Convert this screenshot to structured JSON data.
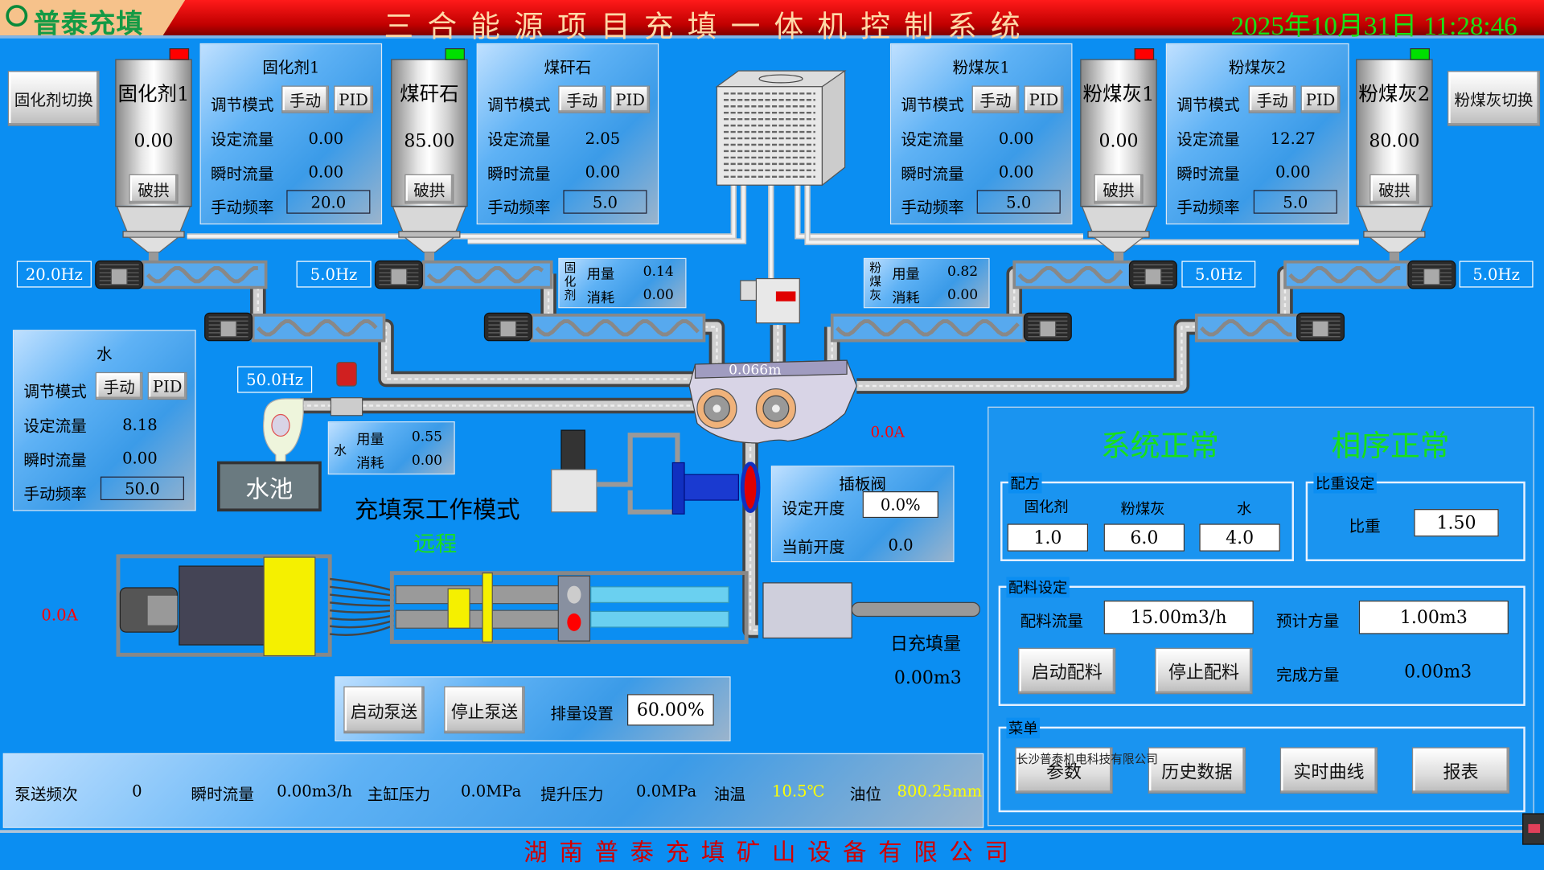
{
  "header": {
    "logo": "普泰充填",
    "title": "三合能源项目充填一体机控制系统",
    "datetime": "2025年10月31日 11:28:46"
  },
  "colors": {
    "background": "#0b8ef2",
    "header": "#d00000",
    "status_ok": "#19e019",
    "alarm_red": "#ff0000",
    "run_green": "#00e000",
    "warn_yellow": "#ffff00"
  },
  "switch_buttons": {
    "solidifier": "固化剂切换",
    "flyash": "粉煤灰切换"
  },
  "silos": [
    {
      "name": "固化剂1",
      "value": "0.00",
      "break": "破拱",
      "indicator": "#ff0000"
    },
    {
      "name": "煤矸石",
      "value": "85.00",
      "break": "破拱",
      "indicator": "#00e000"
    },
    {
      "name": "粉煤灰1",
      "value": "0.00",
      "break": "破拱",
      "indicator": "#ff0000"
    },
    {
      "name": "粉煤灰2",
      "value": "80.00",
      "break": "破拱",
      "indicator": "#00e000"
    }
  ],
  "material_panels": [
    {
      "title": "固化剂1",
      "mode_label": "调节模式",
      "manual": "手动",
      "pid": "PID",
      "set_flow_label": "设定流量",
      "set_flow": "0.00",
      "inst_flow_label": "瞬时流量",
      "inst_flow": "0.00",
      "freq_label": "手动频率",
      "freq": "20.0"
    },
    {
      "title": "煤矸石",
      "mode_label": "调节模式",
      "manual": "手动",
      "pid": "PID",
      "set_flow_label": "设定流量",
      "set_flow": "2.05",
      "inst_flow_label": "瞬时流量",
      "inst_flow": "0.00",
      "freq_label": "手动频率",
      "freq": "5.0"
    },
    {
      "title": "粉煤灰1",
      "mode_label": "调节模式",
      "manual": "手动",
      "pid": "PID",
      "set_flow_label": "设定流量",
      "set_flow": "0.00",
      "inst_flow_label": "瞬时流量",
      "inst_flow": "0.00",
      "freq_label": "手动频率",
      "freq": "5.0"
    },
    {
      "title": "粉煤灰2",
      "mode_label": "调节模式",
      "manual": "手动",
      "pid": "PID",
      "set_flow_label": "设定流量",
      "set_flow": "12.27",
      "inst_flow_label": "瞬时流量",
      "inst_flow": "0.00",
      "freq_label": "手动频率",
      "freq": "5.0"
    }
  ],
  "water_panel": {
    "title": "水",
    "mode_label": "调节模式",
    "manual": "手动",
    "pid": "PID",
    "set_flow_label": "设定流量",
    "set_flow": "8.18",
    "inst_flow_label": "瞬时流量",
    "inst_flow": "0.00",
    "freq_label": "手动频率",
    "freq": "50.0"
  },
  "conveyor_freqs": [
    "20.0Hz",
    "5.0Hz",
    "5.0Hz",
    "5.0Hz"
  ],
  "water_pump_freq": "50.0Hz",
  "usage": {
    "solidifier": {
      "name": "固化剂",
      "used_label": "用量",
      "used": "0.14",
      "consumed_label": "消耗",
      "consumed": "0.00"
    },
    "flyash": {
      "name": "粉煤灰",
      "used_label": "用量",
      "used": "0.82",
      "consumed_label": "消耗",
      "consumed": "0.00"
    },
    "water": {
      "name": "水",
      "used_label": "用量",
      "used": "0.55",
      "consumed_label": "消耗",
      "consumed": "0.00"
    }
  },
  "pool_label": "水池",
  "mixer_level": "0.066m",
  "mixer_current": "0.0A",
  "pump_current": "0.0A",
  "pump_mode": {
    "label": "充填泵工作模式",
    "value": "远程"
  },
  "gate_valve": {
    "title": "插板阀",
    "set_label": "设定开度",
    "set_value": "0.0%",
    "cur_label": "当前开度",
    "cur_value": "0.0"
  },
  "daily_fill": {
    "label": "日充填量",
    "value": "0.00m3"
  },
  "pump_control": {
    "start": "启动泵送",
    "stop": "停止泵送",
    "disp_label": "排量设置",
    "disp_value": "60.00%"
  },
  "status_bar": [
    {
      "label": "泵送频次",
      "value": "0",
      "highlight": false
    },
    {
      "label": "瞬时流量",
      "value": "0.00m3/h",
      "highlight": false
    },
    {
      "label": "主缸压力",
      "value": "0.0MPa",
      "highlight": false
    },
    {
      "label": "提升压力",
      "value": "0.0MPa",
      "highlight": false
    },
    {
      "label": "油温",
      "value": "10.5℃",
      "highlight": true
    },
    {
      "label": "油位",
      "value": "800.25mm",
      "highlight": true
    }
  ],
  "system_status": {
    "system": "系统正常",
    "phase": "相序正常"
  },
  "recipe": {
    "title": "配方",
    "items": [
      {
        "label": "固化剂",
        "value": "1.0"
      },
      {
        "label": "粉煤灰",
        "value": "6.0"
      },
      {
        "label": "水",
        "value": "4.0"
      }
    ]
  },
  "density": {
    "title": "比重设定",
    "label": "比重",
    "value": "1.50"
  },
  "batching": {
    "title": "配料设定",
    "flow_label": "配料流量",
    "flow": "15.00m3/h",
    "plan_label": "预计方量",
    "plan": "1.00m3",
    "start": "启动配料",
    "stop": "停止配料",
    "done_label": "完成方量",
    "done": "0.00m3"
  },
  "menu": {
    "title": "菜单",
    "items": [
      "参数",
      "历史数据",
      "实时曲线",
      "报表"
    ],
    "watermark": "长沙普泰机电科技有限公司"
  },
  "footer": "湖南普泰充填矿山设备有限公司"
}
